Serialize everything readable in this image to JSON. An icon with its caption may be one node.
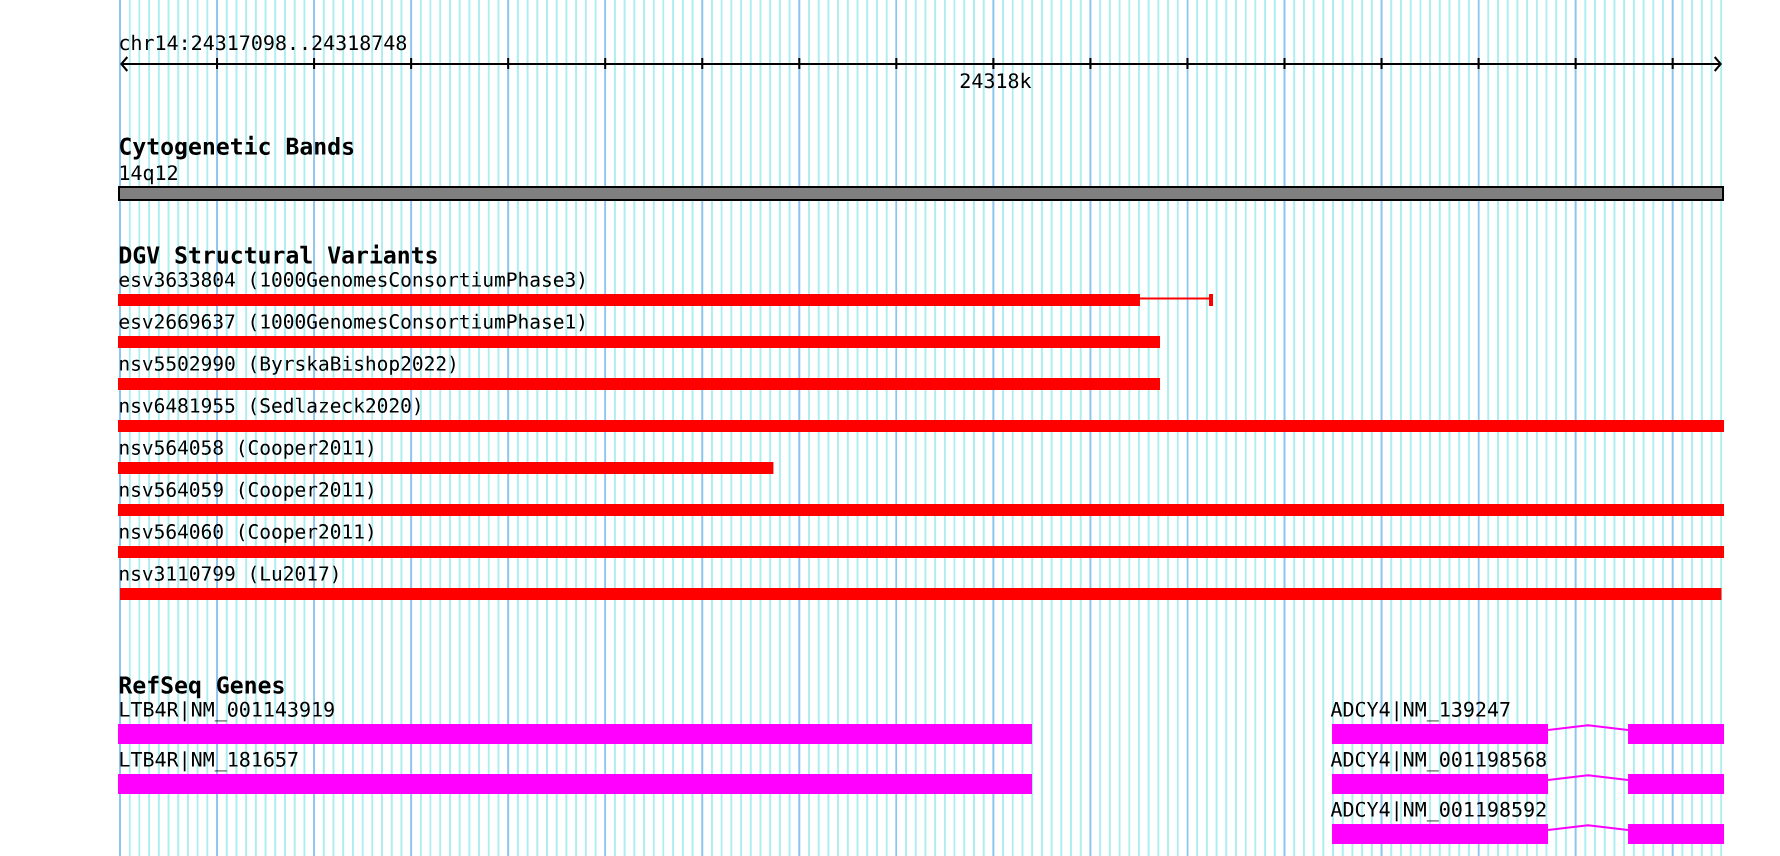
{
  "diagram": {
    "nodes": [
      {
        "text": [
          "14q12"
        ]
      },
      {
        "text": [
          "esv3633804 (1000GenomesConsortiumPhase3)"
        ]
      },
      {
        "text": [
          "esv2669637 (1000GenomesConsortiumPhase1)"
        ]
      },
      {
        "text": [
          "nsv5502990 (ByrskaBishop2022)"
        ]
      },
      {
        "text": [
          "nsv6481955 (Sedlazeck2020)"
        ]
      },
      {
        "text": [
          "nsv564058 (Cooper2011)"
        ]
      },
      {
        "text": [
          "nsv564059 (Cooper2011)"
        ]
      },
      {
        "text": [
          "nsv564060 (Cooper2011)"
        ]
      },
      {
        "text": [
          "nsv3110799 (Lu2017)"
        ]
      },
      {
        "text": [
          "LTB4R|NM_001143919"
        ]
      },
      {
        "text": [
          "ADCY4|NM_139247"
        ]
      },
      {
        "text": [
          "LTB4R|NM_181657"
        ]
      },
      {
        "text": [
          "ADCY4|NM_001198568"
        ]
      },
      {
        "text": [
          "ADCY4|NM_001198592"
        ]
      }
    ],
    "labels": [
      "chr14:24317098..24318748",
      "24318k",
      "Cytogenetic Bands",
      "DGV Structural Variants",
      "RefSeq Genes"
    ]
  }
}
